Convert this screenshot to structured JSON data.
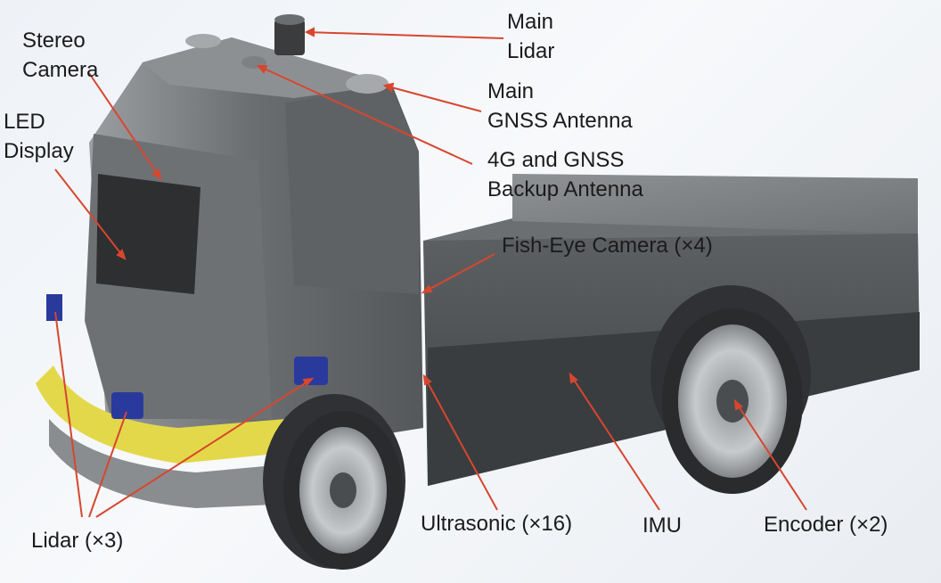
{
  "labels": {
    "main_lidar": [
      "Main",
      "Lidar"
    ],
    "main_gnss": [
      "Main",
      "GNSS Antenna"
    ],
    "backup_antenna": [
      "4G and GNSS",
      "Backup Antenna"
    ],
    "fisheye": "Fish-Eye Camera (×4)",
    "stereo_camera": [
      "Stereo",
      "Camera"
    ],
    "led_display": [
      "LED",
      "Display"
    ],
    "lidar": "Lidar (×3)",
    "ultrasonic": "Ultrasonic (×16)",
    "imu": "IMU",
    "encoder": "Encoder (×2)"
  },
  "colors": {
    "leader_line": "#d8462f",
    "body_dark": "#5a5d60",
    "body_mid": "#76797c",
    "body_light": "#a9acaf",
    "bumper": "#e3d84a",
    "lidar_blue": "#2a3a9c",
    "tire": "#2a2b2d"
  }
}
